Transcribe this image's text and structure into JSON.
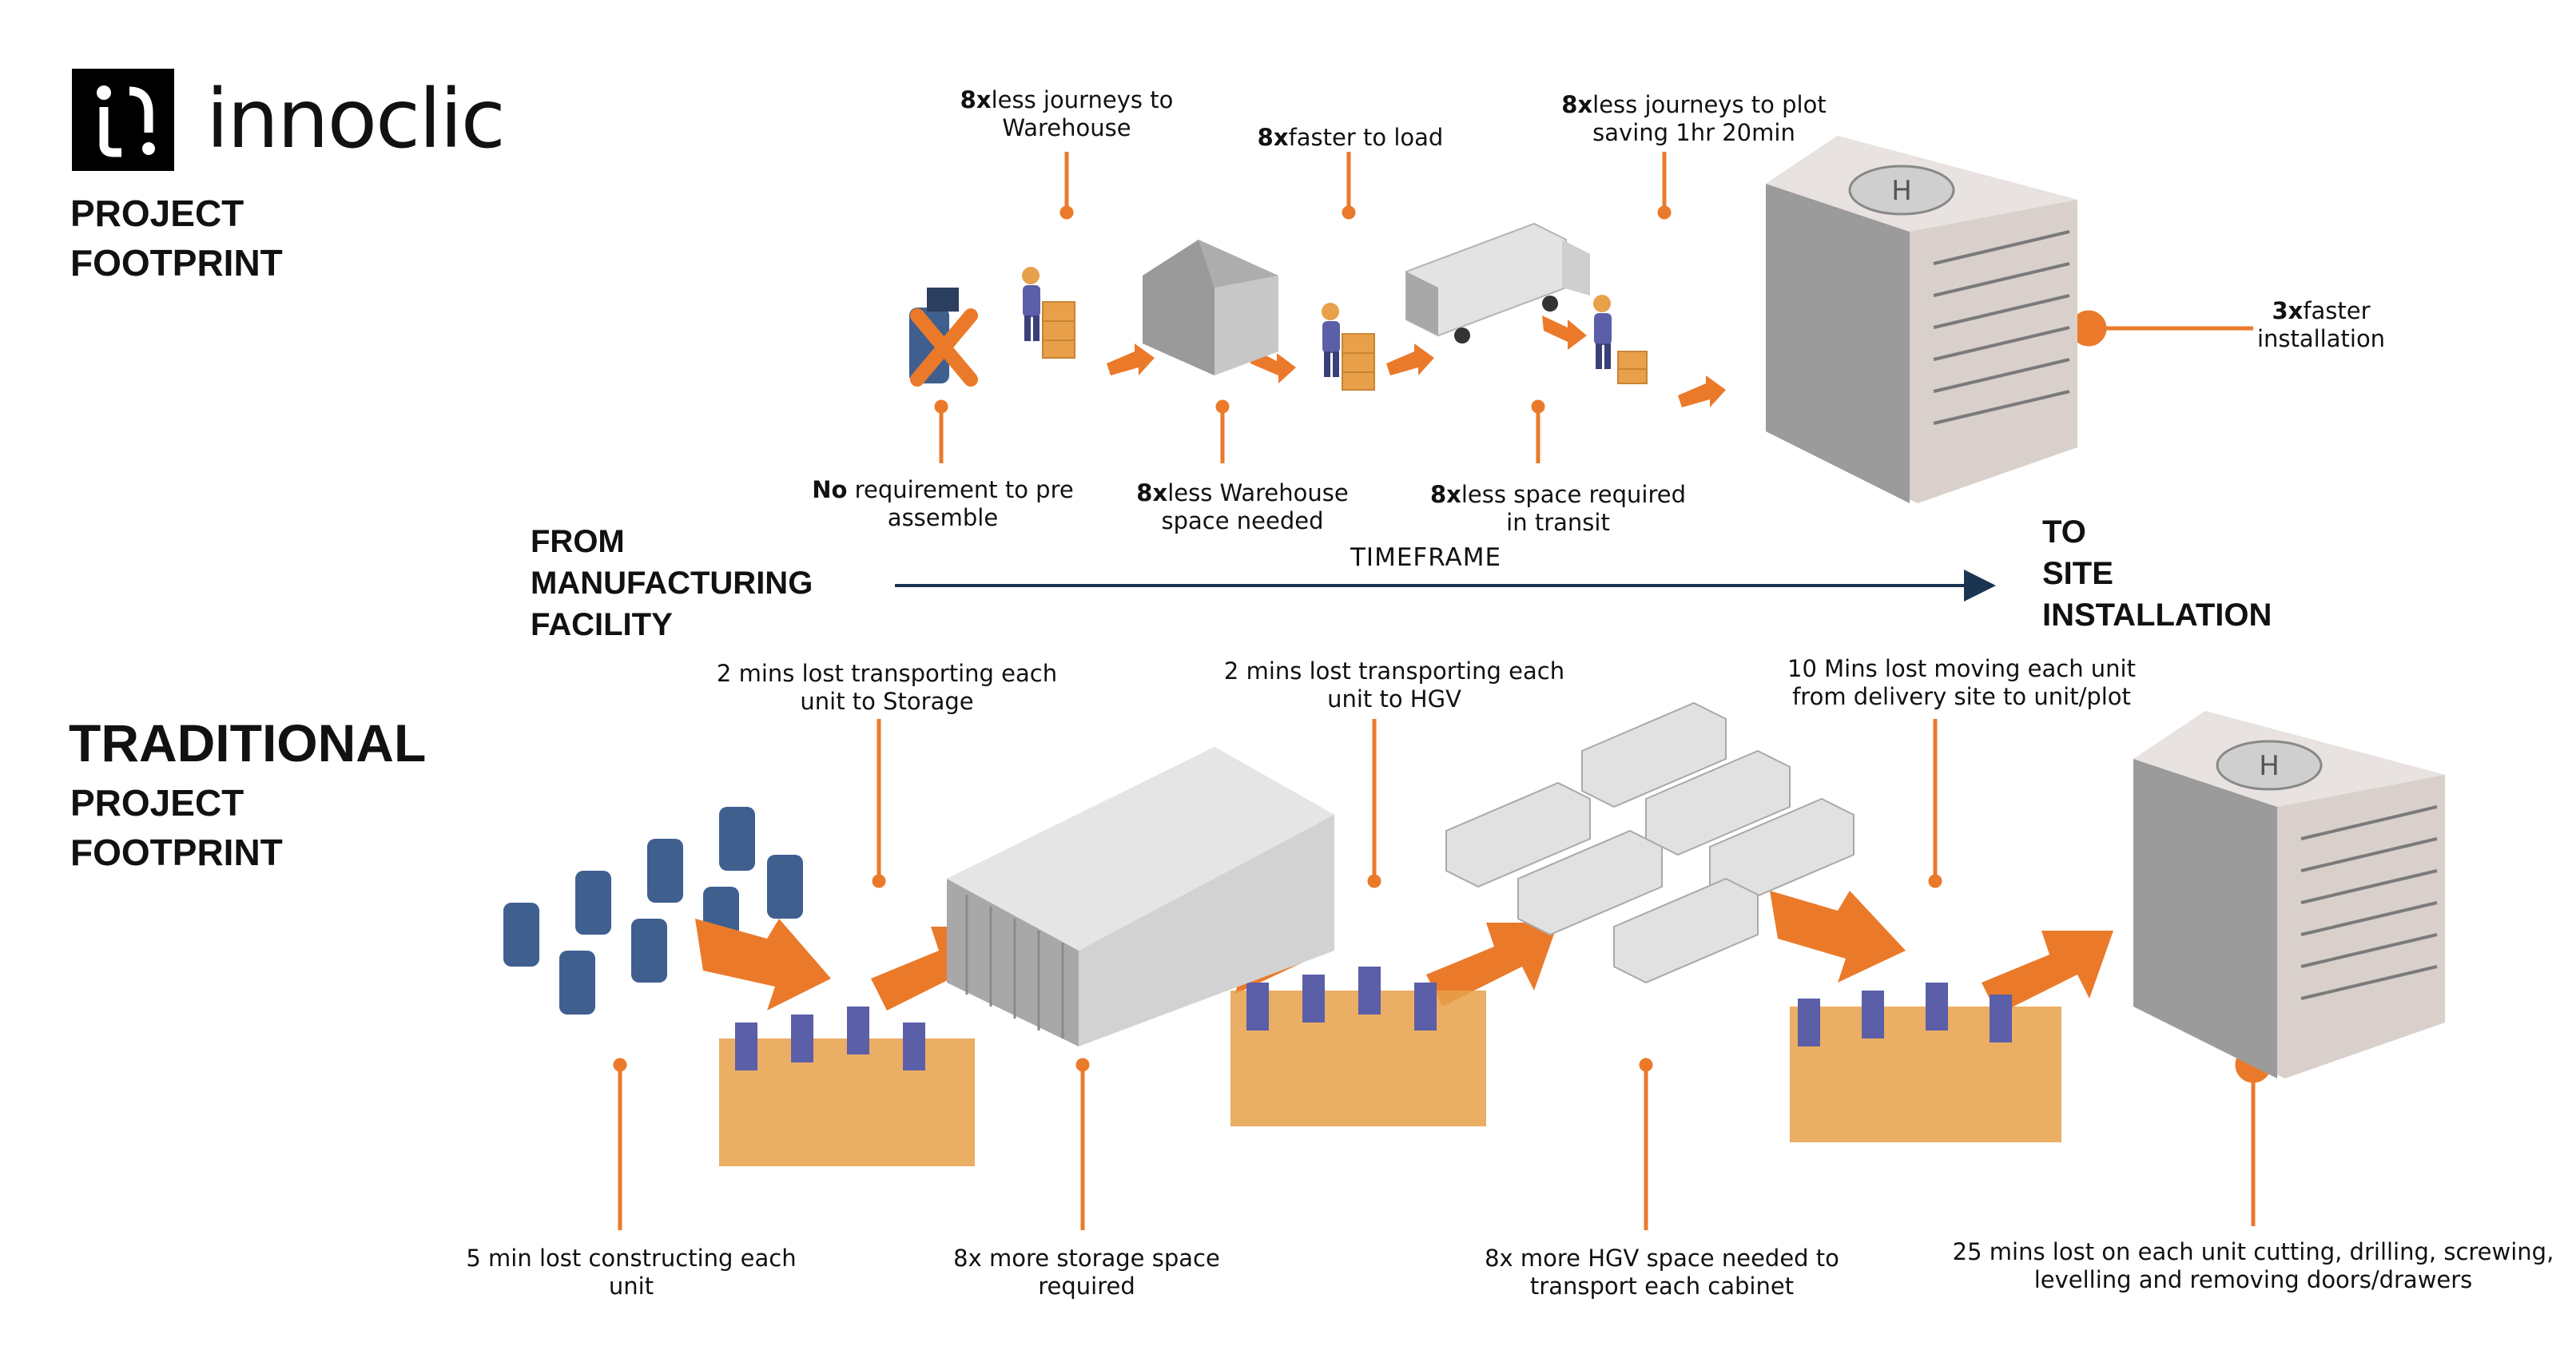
{
  "brand": {
    "name": "innoclic",
    "logo_icon": "innoclic-logo-icon"
  },
  "colors": {
    "accent": "#ea7a2a",
    "arrow": "#1a3552",
    "worker": "#5b5fa8",
    "box": "#e8a04a",
    "building": "#bdbdbd"
  },
  "top": {
    "heading_lines": [
      "PROJECT",
      "FOOTPRINT"
    ],
    "from_lines": [
      "FROM",
      "MANUFACTURING",
      "FACILITY"
    ],
    "to_lines": [
      "TO",
      "SITE",
      "INSTALLATION"
    ],
    "timeframe": "TIMEFRAME",
    "callouts": [
      {
        "bold": "8x",
        "rest": "less journeys to",
        "line2": "Warehouse"
      },
      {
        "bold": "8x",
        "rest": "faster to load",
        "line2": ""
      },
      {
        "bold": "8x",
        "rest": "less journeys to plot",
        "line2": "saving 1hr 20min"
      },
      {
        "bold": "3x",
        "rest": "faster",
        "line2": "installation"
      },
      {
        "bold": "No",
        "rest": " requirement to pre",
        "line2": "assemble"
      },
      {
        "bold": "8x",
        "rest": "less Warehouse",
        "line2": "space needed"
      },
      {
        "bold": "8x",
        "rest": "less space required",
        "line2": "in transit"
      }
    ]
  },
  "traditional": {
    "heading_big": "TRADITIONAL",
    "heading_lines": [
      "PROJECT",
      "FOOTPRINT"
    ],
    "callouts": [
      {
        "line1": "2 mins lost transporting each",
        "line2": "unit to Storage"
      },
      {
        "line1": "2 mins lost transporting each",
        "line2": "unit to HGV"
      },
      {
        "line1": "10 Mins lost moving each unit",
        "line2": "from delivery site to unit/plot"
      },
      {
        "line1": "5 min lost constructing each",
        "line2": "unit"
      },
      {
        "line1": "8x more storage space",
        "line2": "required"
      },
      {
        "line1": "8x more HGV space needed to",
        "line2": "transport each cabinet"
      },
      {
        "line1": "25 mins lost on each unit cutting, drilling, screwing,",
        "line2": "levelling and removing doors/drawers"
      }
    ]
  }
}
